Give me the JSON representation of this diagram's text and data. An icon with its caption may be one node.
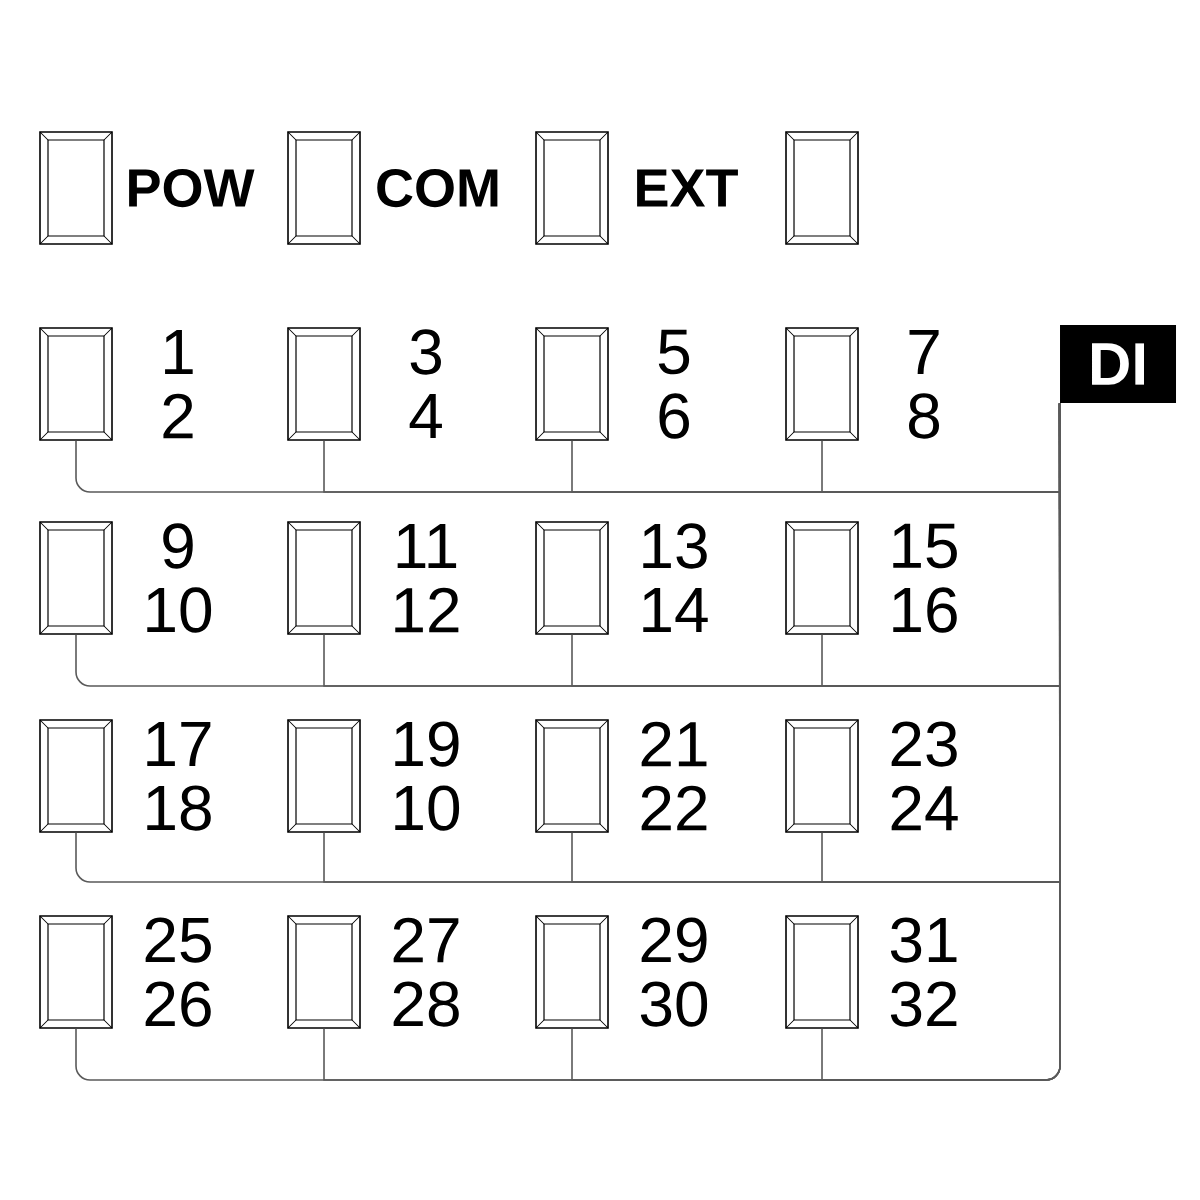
{
  "diagram": {
    "nodes": [
      {
        "text": [],
        "shape": "box",
        "beside": [
          "POW"
        ]
      },
      {
        "text": [],
        "shape": "box",
        "beside": [
          "COM"
        ]
      },
      {
        "text": [],
        "shape": "box",
        "beside": [
          "EXT"
        ]
      },
      {
        "text": [],
        "shape": "box"
      },
      {
        "text": [],
        "shape": "box",
        "beside": [
          "1",
          "2"
        ]
      },
      {
        "text": [],
        "shape": "box",
        "beside": [
          "3",
          "4"
        ]
      },
      {
        "text": [],
        "shape": "box",
        "beside": [
          "5",
          "6"
        ]
      },
      {
        "text": [],
        "shape": "box",
        "beside": [
          "7",
          "8"
        ]
      },
      {
        "text": [
          "DI"
        ]
      },
      {
        "text": [],
        "shape": "box",
        "beside": [
          "9",
          "10"
        ]
      },
      {
        "text": [],
        "shape": "box",
        "beside": [
          "11",
          "12"
        ]
      },
      {
        "text": [],
        "shape": "box",
        "beside": [
          "13",
          "14"
        ]
      },
      {
        "text": [],
        "shape": "box",
        "beside": [
          "15",
          "16"
        ]
      },
      {
        "text": [],
        "shape": "box",
        "beside": [
          "17",
          "18"
        ]
      },
      {
        "text": [],
        "shape": "box",
        "beside": [
          "19",
          "10"
        ]
      },
      {
        "text": [],
        "shape": "box",
        "beside": [
          "21",
          "22"
        ]
      },
      {
        "text": [],
        "shape": "box",
        "beside": [
          "23",
          "24"
        ]
      },
      {
        "text": [],
        "shape": "box",
        "beside": [
          "25",
          "26"
        ]
      },
      {
        "text": [],
        "shape": "box",
        "beside": [
          "27",
          "28"
        ]
      },
      {
        "text": [],
        "shape": "box",
        "beside": [
          "29",
          "30"
        ]
      },
      {
        "text": [],
        "shape": "box",
        "beside": [
          "31",
          "32"
        ]
      }
    ],
    "edges": [
      {
        "from": 4,
        "to": 8,
        "arrow": "none"
      },
      {
        "from": 5,
        "to": 8,
        "arrow": "none"
      },
      {
        "from": 6,
        "to": 8,
        "arrow": "none"
      },
      {
        "from": 7,
        "to": 8,
        "arrow": "none"
      },
      {
        "from": 9,
        "to": 8,
        "arrow": "none"
      },
      {
        "from": 10,
        "to": 8,
        "arrow": "none"
      },
      {
        "from": 11,
        "to": 8,
        "arrow": "none"
      },
      {
        "from": 12,
        "to": 8,
        "arrow": "none"
      },
      {
        "from": 13,
        "to": 8,
        "arrow": "none"
      },
      {
        "from": 14,
        "to": 8,
        "arrow": "none"
      },
      {
        "from": 15,
        "to": 8,
        "arrow": "none"
      },
      {
        "from": 16,
        "to": 8,
        "arrow": "none"
      },
      {
        "from": 17,
        "to": 8,
        "arrow": "none"
      },
      {
        "from": 18,
        "to": 8,
        "arrow": "none"
      },
      {
        "from": 19,
        "to": 8,
        "arrow": "none"
      },
      {
        "from": 20,
        "to": 8,
        "arrow": "none"
      }
    ]
  }
}
